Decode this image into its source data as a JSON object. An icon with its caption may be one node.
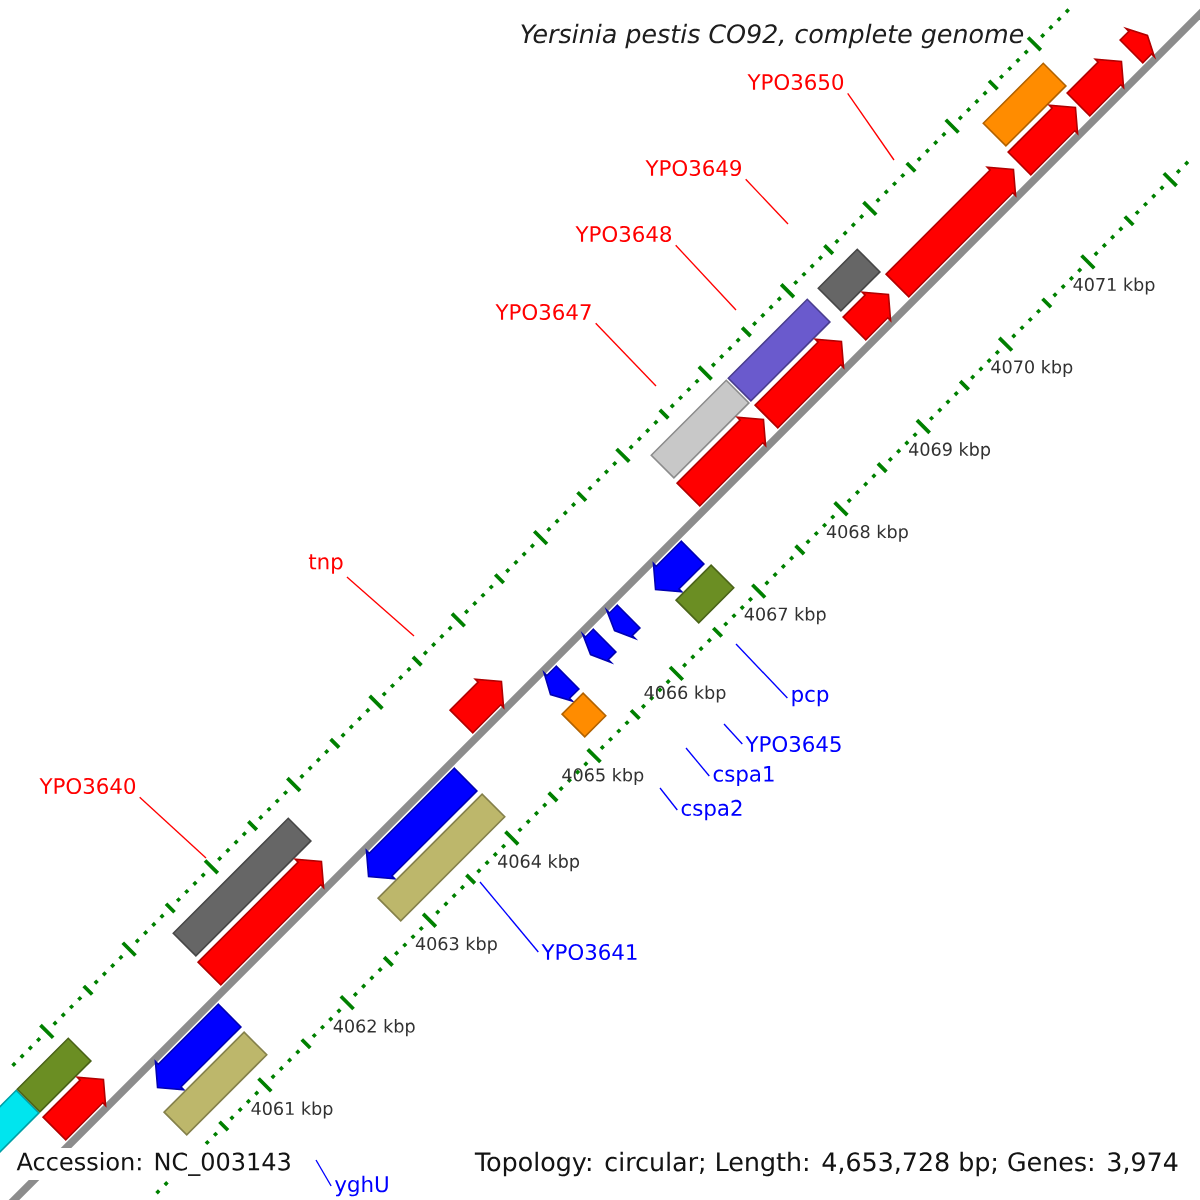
{
  "diagram": {
    "title": "Yersinia pestis CO92, complete genome",
    "nodes": [
      {
        "text": [
          "YPO3650"
        ]
      },
      {
        "text": [
          "YPO3649"
        ]
      },
      {
        "text": [
          "YPO3648"
        ]
      },
      {
        "text": [
          "YPO3647"
        ]
      },
      {
        "text": [
          "tnp"
        ]
      },
      {
        "text": [
          "pcp"
        ]
      },
      {
        "text": [
          "YPO3645"
        ]
      },
      {
        "text": [
          "cspa1"
        ]
      },
      {
        "text": [
          "YPO3640"
        ]
      },
      {
        "text": [
          "cspa2"
        ]
      },
      {
        "text": [
          "YPO3641"
        ]
      },
      {
        "text": [
          "yghU"
        ]
      }
    ],
    "edges": [
      {
        "from": 0,
        "to": null,
        "arrow": "none"
      },
      {
        "from": 1,
        "to": null,
        "arrow": "none"
      },
      {
        "from": 2,
        "to": null,
        "arrow": "none"
      },
      {
        "from": 3,
        "to": null,
        "arrow": "none"
      },
      {
        "from": 4,
        "to": null,
        "arrow": "none"
      },
      {
        "from": 5,
        "to": null,
        "arrow": "none",
        "color": "#0000ff"
      },
      {
        "from": 6,
        "to": null,
        "arrow": "none",
        "color": "#0000ff"
      },
      {
        "from": 7,
        "to": null,
        "arrow": "none",
        "color": "#0000ff"
      },
      {
        "from": 8,
        "to": null,
        "arrow": "none"
      },
      {
        "from": 9,
        "to": null,
        "arrow": "none",
        "color": "#0000ff"
      },
      {
        "from": 10,
        "to": null,
        "arrow": "none",
        "color": "#0000ff"
      },
      {
        "from": 11,
        "to": null,
        "arrow": "none",
        "color": "#0000ff"
      }
    ],
    "labels": [
      "4071 kbp",
      "4070 kbp",
      "4069 kbp",
      "4068 kbp",
      "4067 kbp",
      "4066 kbp",
      "4065 kbp",
      "4064 kbp",
      "4063 kbp",
      "4062 kbp",
      "4061 kbp",
      "Accession: NC_003143",
      "Topology: circular; Length: 4,653,728 bp; Genes: 3,974"
    ]
  }
}
